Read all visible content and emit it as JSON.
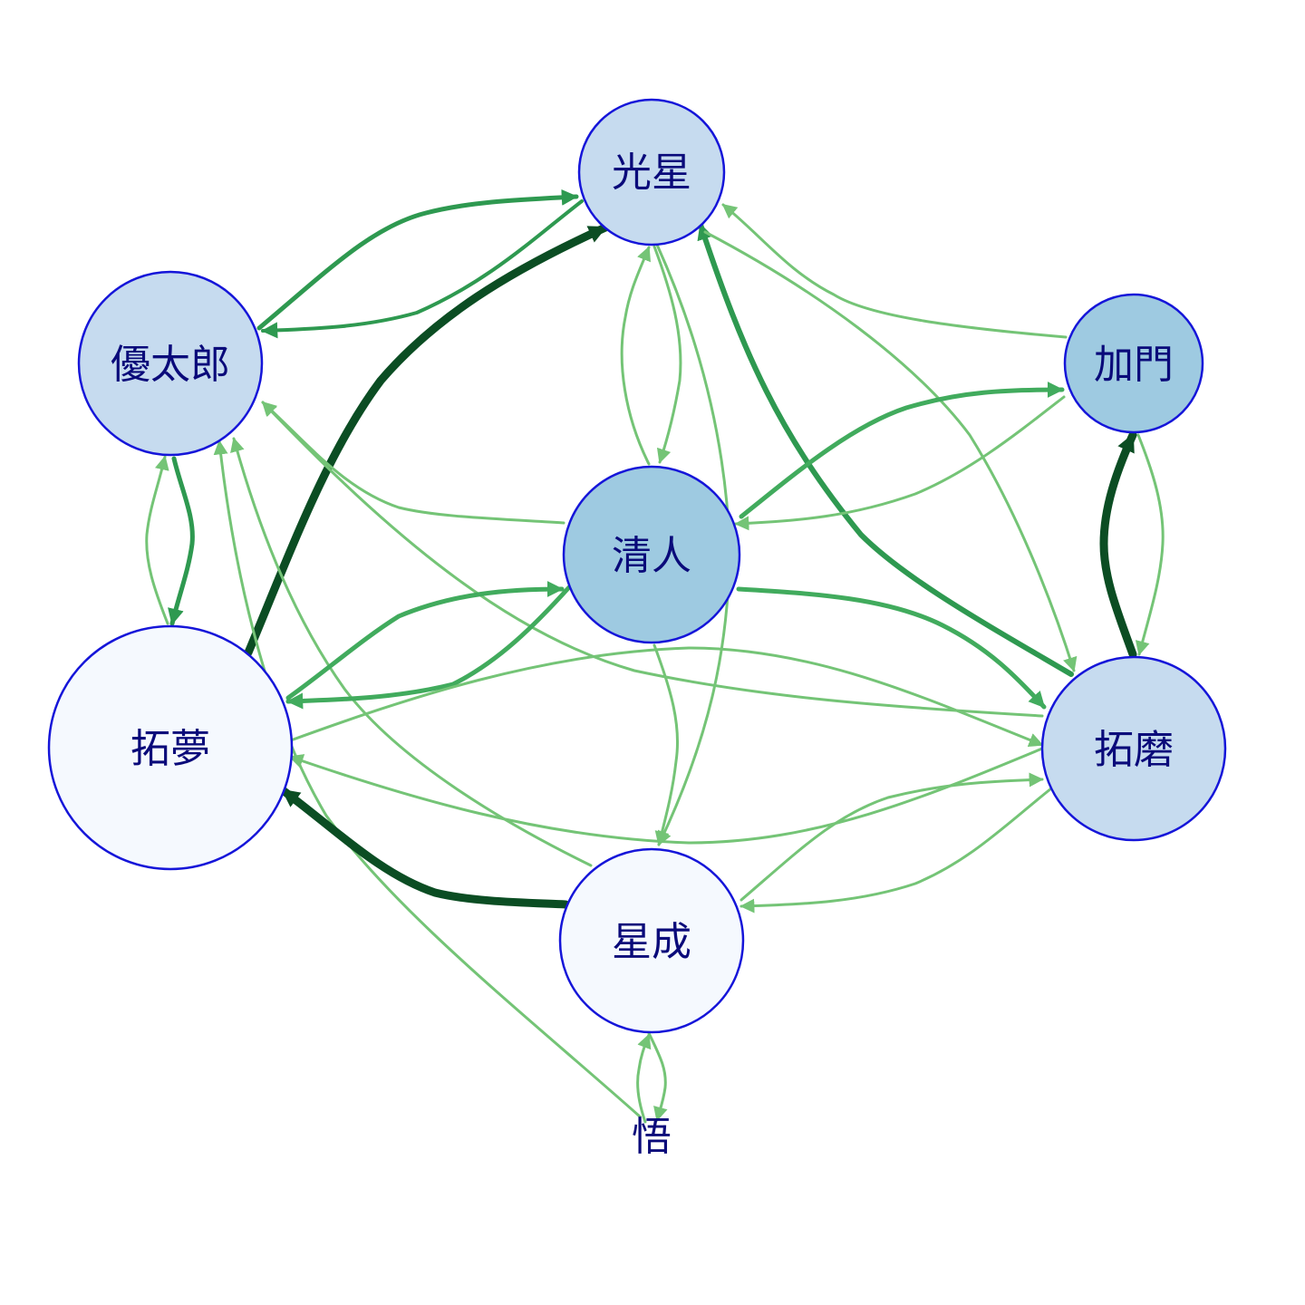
{
  "graph": {
    "nodes": [
      {
        "id": "kousei",
        "label": "光星",
        "fill": "#c6dbef"
      },
      {
        "id": "yutaro",
        "label": "優太郎",
        "fill": "#c6dbef"
      },
      {
        "id": "kado",
        "label": "加門",
        "fill": "#9ecae1"
      },
      {
        "id": "kiyoto",
        "label": "清人",
        "fill": "#9ecae1"
      },
      {
        "id": "takumu",
        "label": "拓夢",
        "fill": "#f5f9fe"
      },
      {
        "id": "takuma",
        "label": "拓磨",
        "fill": "#c6dbef"
      },
      {
        "id": "seinari",
        "label": "星成",
        "fill": "#f5f9fe"
      },
      {
        "id": "satoru",
        "label": "悟",
        "fill": "none"
      }
    ],
    "edges": [
      {
        "from": "yutaro",
        "to": "kousei",
        "weight": "medium",
        "color": "#2e9950"
      },
      {
        "from": "kousei",
        "to": "yutaro",
        "weight": "medium",
        "color": "#2e9950"
      },
      {
        "from": "takumu",
        "to": "kousei",
        "weight": "heavy",
        "color": "#0b4d23"
      },
      {
        "from": "takuma",
        "to": "kousei",
        "weight": "medium",
        "color": "#2e9950"
      },
      {
        "from": "kado",
        "to": "kousei",
        "weight": "light",
        "color": "#74c476"
      },
      {
        "from": "kousei",
        "to": "takuma",
        "weight": "light",
        "color": "#74c476"
      },
      {
        "from": "kiyoto",
        "to": "kousei",
        "weight": "light",
        "color": "#74c476"
      },
      {
        "from": "kousei",
        "to": "kiyoto",
        "weight": "light",
        "color": "#74c476"
      },
      {
        "from": "kousei",
        "to": "seinari",
        "weight": "light",
        "color": "#74c476"
      },
      {
        "from": "yutaro",
        "to": "takumu",
        "weight": "medium",
        "color": "#2e9950"
      },
      {
        "from": "takumu",
        "to": "yutaro",
        "weight": "light",
        "color": "#74c476"
      },
      {
        "from": "kiyoto",
        "to": "yutaro",
        "weight": "light",
        "color": "#74c476"
      },
      {
        "from": "takuma",
        "to": "yutaro",
        "weight": "light",
        "color": "#74c476"
      },
      {
        "from": "seinari",
        "to": "yutaro",
        "weight": "light",
        "color": "#74c476"
      },
      {
        "from": "satoru",
        "to": "yutaro",
        "weight": "light",
        "color": "#74c476"
      },
      {
        "from": "kiyoto",
        "to": "kado",
        "weight": "medium",
        "color": "#41ab5d"
      },
      {
        "from": "kado",
        "to": "kiyoto",
        "weight": "light",
        "color": "#74c476"
      },
      {
        "from": "takuma",
        "to": "kado",
        "weight": "heavy",
        "color": "#0b4d23"
      },
      {
        "from": "kado",
        "to": "takuma",
        "weight": "light",
        "color": "#74c476"
      },
      {
        "from": "takumu",
        "to": "kiyoto",
        "weight": "medium",
        "color": "#41ab5d"
      },
      {
        "from": "kiyoto",
        "to": "takumu",
        "weight": "medium",
        "color": "#41ab5d"
      },
      {
        "from": "kiyoto",
        "to": "takuma",
        "weight": "medium",
        "color": "#41ab5d"
      },
      {
        "from": "kiyoto",
        "to": "seinari",
        "weight": "light",
        "color": "#74c476"
      },
      {
        "from": "takumu",
        "to": "takuma",
        "weight": "light",
        "color": "#74c476"
      },
      {
        "from": "takuma",
        "to": "takumu",
        "weight": "light",
        "color": "#74c476"
      },
      {
        "from": "seinari",
        "to": "takumu",
        "weight": "heavy",
        "color": "#0b4d23"
      },
      {
        "from": "seinari",
        "to": "takuma",
        "weight": "light",
        "color": "#74c476"
      },
      {
        "from": "takuma",
        "to": "seinari",
        "weight": "light",
        "color": "#74c476"
      },
      {
        "from": "seinari",
        "to": "satoru",
        "weight": "light",
        "color": "#74c476"
      },
      {
        "from": "satoru",
        "to": "seinari",
        "weight": "light",
        "color": "#74c476"
      }
    ]
  }
}
